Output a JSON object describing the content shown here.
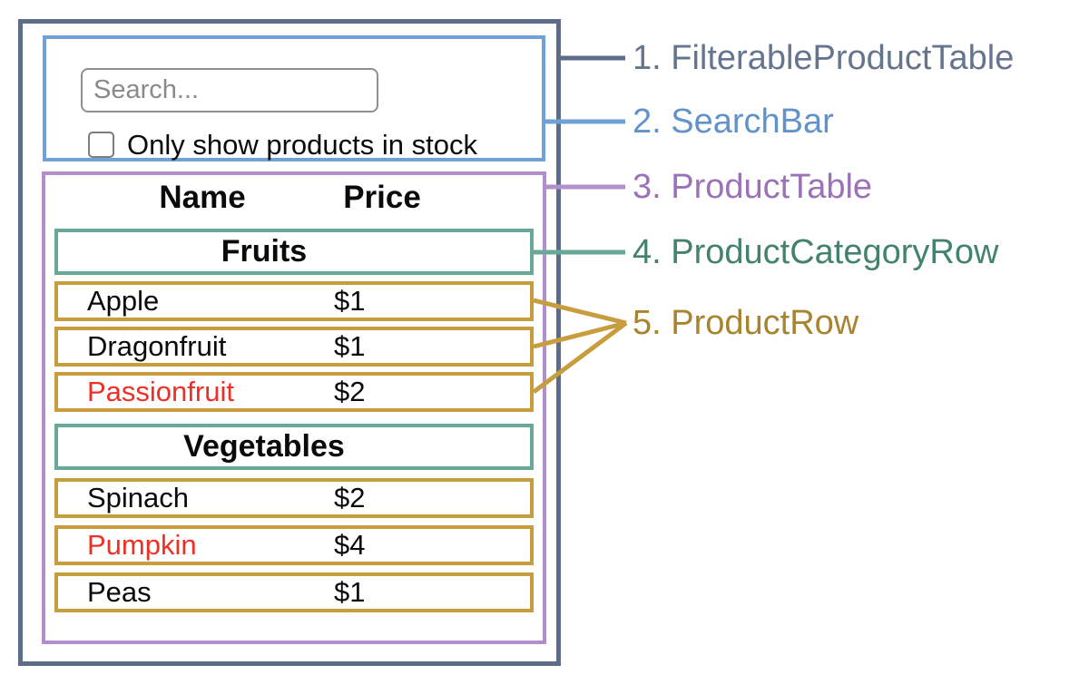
{
  "colors": {
    "slate": "#5D6C89",
    "blue": "#6FA0D6",
    "purple": "#B28FCB",
    "teal": "#68A897",
    "gold": "#C89D3E"
  },
  "search_bar": {
    "input_placeholder": "Search...",
    "checkbox_label": "Only show products in stock",
    "checkbox_checked": false
  },
  "product_table": {
    "headers": {
      "name": "Name",
      "price": "Price"
    },
    "sections": [
      {
        "category": "Fruits",
        "rows": [
          {
            "name": "Apple",
            "price": "$1",
            "name_color": "#0A0A0A"
          },
          {
            "name": "Dragonfruit",
            "price": "$1",
            "name_color": "#0A0A0A"
          },
          {
            "name": "Passionfruit",
            "price": "$2",
            "name_color": "#EE3024"
          }
        ]
      },
      {
        "category": "Vegetables",
        "rows": [
          {
            "name": "Spinach",
            "price": "$2",
            "name_color": "#0A0A0A"
          },
          {
            "name": "Pumpkin",
            "price": "$4",
            "name_color": "#EE3024"
          },
          {
            "name": "Peas",
            "price": "$1",
            "name_color": "#0A0A0A"
          }
        ]
      }
    ]
  },
  "legend": [
    {
      "label": "1. FilterableProductTable",
      "color": "#66758E"
    },
    {
      "label": "2. SearchBar",
      "color": "#6292CB"
    },
    {
      "label": "3. ProductTable",
      "color": "#9B72B8"
    },
    {
      "label": "4. ProductCategoryRow",
      "color": "#43826B"
    },
    {
      "label": "5. ProductRow",
      "color": "#A8842F"
    }
  ]
}
